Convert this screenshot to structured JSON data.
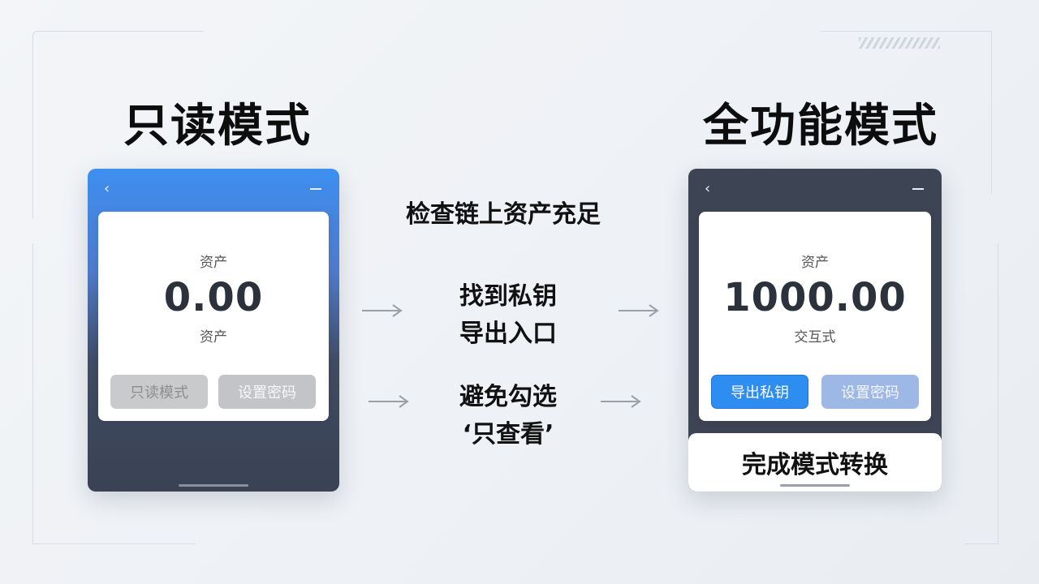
{
  "left_mode": {
    "title": "只读模式",
    "asset_label": "资产",
    "asset_value": "0.00",
    "asset_sub": "资产",
    "buttons": [
      "只读模式",
      "设置密码"
    ]
  },
  "right_mode": {
    "title": "全功能模式",
    "asset_label": "资产",
    "asset_value": "1000.00",
    "asset_sub": "交互式",
    "buttons": [
      "导出私钥",
      "设置密码"
    ],
    "complete_label": "完成模式转换"
  },
  "steps": {
    "check": "检查链上资产充足",
    "find_line1": "找到私钥",
    "find_line2": "导出入口",
    "avoid_line1": "避免勾选",
    "avoid_line2": "‘只查看’"
  },
  "icons": {
    "back": "chevron-left-icon",
    "minimize": "minimize-icon",
    "arrow": "arrow-right-icon"
  },
  "colors": {
    "accent_blue": "#2e8df0",
    "dark_panel": "#3d4453"
  }
}
